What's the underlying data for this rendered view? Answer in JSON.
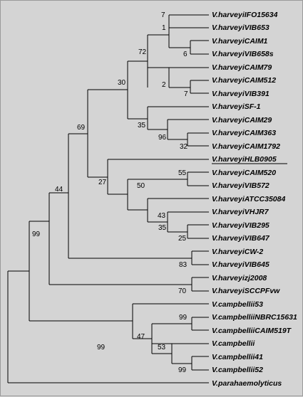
{
  "tree": {
    "leaves": [
      "V.harveyiIFO15634",
      "V.harveyiVIB653",
      "V.harveyiCAIM1",
      "V.harveyiVIB658s",
      "V.harveyiCAIM79",
      "V.harveyiCAIM512",
      "V.harveyiVIB391",
      "V.harveyiSF-1",
      "V.harveyiCAIM29",
      "V.harveyiCAIM363",
      "V.harveyiCAIM1792",
      "V.harveyiHLB0905",
      "V.harveyiCAIM520",
      "V.harveyiVIB572",
      "V.harveyiATCC35084",
      "V.harveyiVHJR7",
      "V.harveyiVIB295",
      "V.harveyiVIB647",
      "V.harveyiCW-2",
      "V.harveyiVIB645",
      "V.harveyizj2008",
      "V.harveyiSCCPFvw",
      "V.campbellii53",
      "V.campbelliiNBRC15631",
      "V.campbelliiCAIM519T",
      "V.campbellii",
      "V.campbellii41",
      "V.campbellii52",
      "V.parahaemolyticus"
    ],
    "highlighted_leaf": "V.harveyiHLB0905",
    "bootstrap": {
      "n_ifo_vib653": "7",
      "n_caim1_group": "1",
      "n_caim1_vib658s": "6",
      "n_upper_72": "72",
      "n_caim512_vib391": "7",
      "n_caim79_group": "2",
      "n_top_30": "30",
      "n_caim363_caim1792": "32",
      "n_caim29_group": "96",
      "n_sf1_group": "35",
      "n_caim520_vib572": "55",
      "n_vib295_vib647": "25",
      "n_vhjr7_group": "35",
      "n_atcc_group": "43",
      "n_caim520_group": "50",
      "n_hlb_group": "27",
      "n_node_69": "69",
      "n_cw2_vib645": "83",
      "n_node_44": "44",
      "n_zj_sccp": "70",
      "n_harveyi_clade": "99",
      "n_nbrc_caim519t": "99",
      "n_c41_c52": "99",
      "n_camp_41_52": "53",
      "n_camp_47": "47",
      "n_campbellii_clade": "99"
    }
  }
}
